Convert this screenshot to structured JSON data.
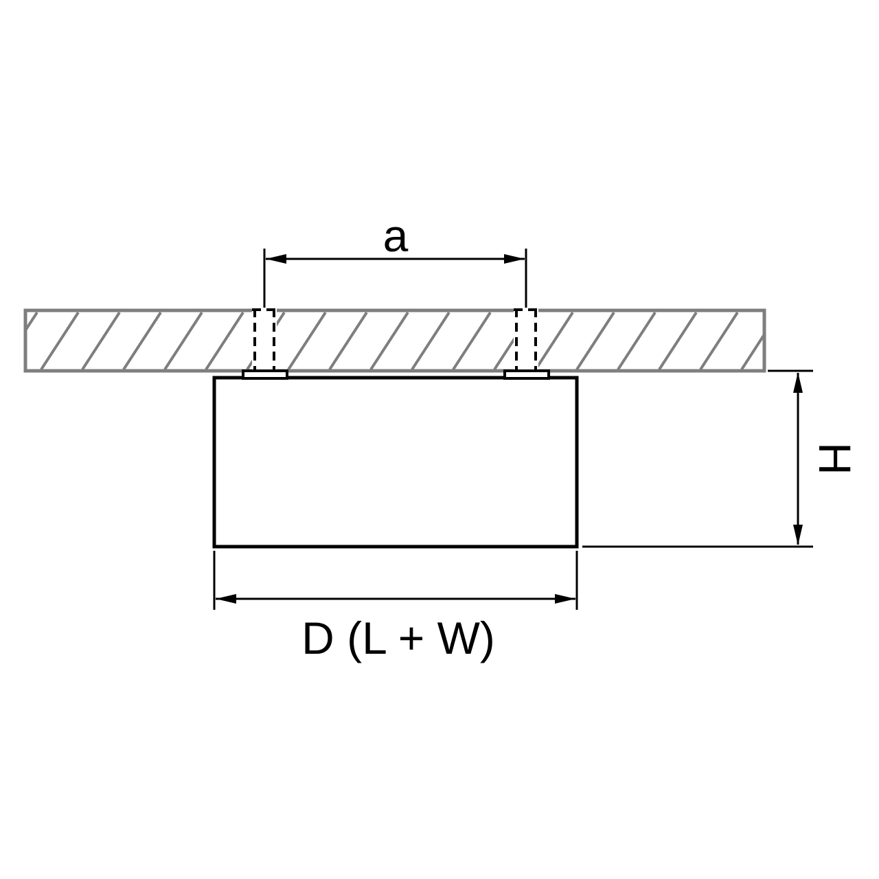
{
  "diagram": {
    "labels": {
      "hole_spacing": "a",
      "height": "H",
      "diameter": "D (L + W)"
    },
    "colors": {
      "slab_gray": "#7e7e7e",
      "line_black": "#000000",
      "background": "#ffffff"
    }
  }
}
